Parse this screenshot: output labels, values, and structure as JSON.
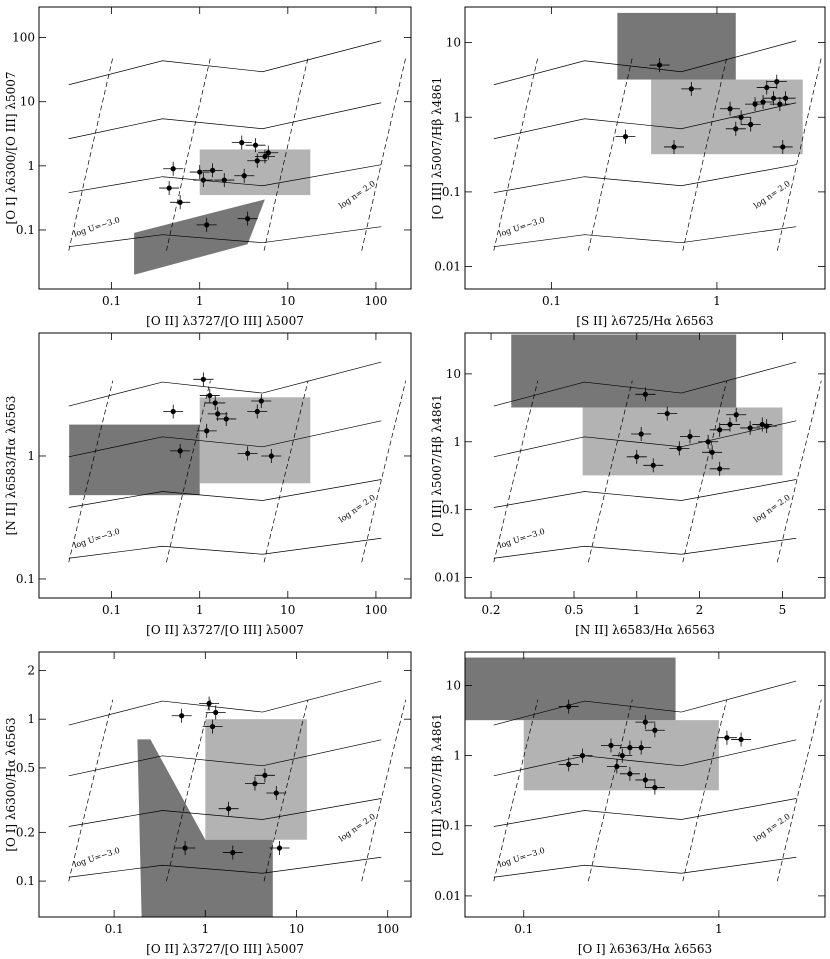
{
  "figure": {
    "panels": [
      {
        "id": "p1",
        "xlabel": "[O II] λ3727/[O III] λ5007",
        "ylabel": "[O I] λ6300/[O III] λ5007",
        "xticks": [
          "0.1",
          "1",
          "10",
          "100"
        ],
        "yticks": [
          "0.1",
          "1",
          "10",
          "100"
        ],
        "grid_u_label": "log U=−3.0",
        "grid_n_label": "log n= 2.0"
      },
      {
        "id": "p2",
        "xlabel": "[S II] λ6725/Hα λ6563",
        "ylabel": "[O III] λ5007/Hβ λ4861",
        "xticks": [
          "0.1",
          "1"
        ],
        "yticks": [
          "0.01",
          "0.1",
          "1",
          "10"
        ],
        "grid_u_label": "log U=−3.0",
        "grid_n_label": "log n= 2.0"
      },
      {
        "id": "p3",
        "xlabel": "[O II] λ3727/[O III] λ5007",
        "ylabel": "[N II] λ6583/Hα λ6563",
        "xticks": [
          "0.1",
          "1",
          "10",
          "100"
        ],
        "yticks": [
          "0.1",
          "1"
        ],
        "grid_u_label": "log U=−3.0",
        "grid_n_label": "log n= 2.0"
      },
      {
        "id": "p4",
        "xlabel": "[N II] λ6583/Hα λ6563",
        "ylabel": "[O III] λ5007/Hβ λ4861",
        "xticks": [
          "0.2",
          "0.5",
          "1",
          "2",
          "5"
        ],
        "yticks": [
          "0.01",
          "0.1",
          "1",
          "10"
        ],
        "grid_u_label": "log U=−3.0",
        "grid_n_label": "log n= 2.0"
      },
      {
        "id": "p5",
        "xlabel": "[O II] λ3727/[O III] λ5007",
        "ylabel": "[O I] λ6300/Hα λ6563",
        "xticks": [
          "0.1",
          "1",
          "10",
          "100"
        ],
        "yticks": [
          "0.1",
          "0.2",
          "0.5",
          "1",
          "2"
        ],
        "grid_u_label": "log U=−3.0",
        "grid_n_label": "log n= 2.0"
      },
      {
        "id": "p6",
        "xlabel": "[O I] λ6363/Hα λ6563",
        "ylabel": "[O III] λ5007/Hβ λ4861",
        "xticks": [
          "0.1",
          "1"
        ],
        "yticks": [
          "0.01",
          "0.1",
          "1",
          "10"
        ],
        "grid_u_label": "log U=−3.0",
        "grid_n_label": "log n= 2.0"
      }
    ]
  },
  "colors": {
    "dark_region": "#777777",
    "light_region": "#b3b3b3",
    "ink": "#000000"
  },
  "chart_data": [
    {
      "type": "scatter",
      "panel": "p1",
      "x_scale": "log",
      "y_scale": "log",
      "xlim": [
        0.015,
        250
      ],
      "ylim": [
        0.012,
        300
      ],
      "points": [
        [
          0.6,
          0.27
        ],
        [
          0.5,
          0.9
        ],
        [
          0.45,
          0.45
        ],
        [
          1.0,
          0.8
        ],
        [
          1.1,
          0.6
        ],
        [
          1.4,
          0.85
        ],
        [
          1.9,
          0.6
        ],
        [
          3.2,
          0.7
        ],
        [
          3.0,
          2.3
        ],
        [
          4.3,
          2.1
        ],
        [
          4.5,
          1.2
        ],
        [
          5.5,
          1.4
        ],
        [
          6.0,
          1.6
        ],
        [
          1.2,
          0.12
        ],
        [
          3.5,
          0.15
        ]
      ],
      "dark_region": [
        [
          0.18,
          0.02
        ],
        [
          3.5,
          0.06
        ],
        [
          5.5,
          0.3
        ],
        [
          0.18,
          0.09
        ]
      ],
      "light_region_x": [
        1.0,
        18
      ],
      "light_region_y": [
        0.35,
        1.8
      ]
    },
    {
      "type": "scatter",
      "panel": "p2",
      "x_scale": "log",
      "y_scale": "log",
      "xlim": [
        0.03,
        4.5
      ],
      "ylim": [
        0.005,
        30
      ],
      "points": [
        [
          0.45,
          5.0
        ],
        [
          0.7,
          2.4
        ],
        [
          0.28,
          0.55
        ],
        [
          0.55,
          0.4
        ],
        [
          1.2,
          1.3
        ],
        [
          1.4,
          1.0
        ],
        [
          1.3,
          0.7
        ],
        [
          1.6,
          0.8
        ],
        [
          1.7,
          1.5
        ],
        [
          1.9,
          1.6
        ],
        [
          2.0,
          2.5
        ],
        [
          2.2,
          1.8
        ],
        [
          2.3,
          3.0
        ],
        [
          2.6,
          1.8
        ],
        [
          2.4,
          1.5
        ],
        [
          2.5,
          0.4
        ]
      ],
      "dark_region_x": [
        0.25,
        1.3
      ],
      "dark_region_y": [
        3.2,
        25
      ],
      "light_region_x": [
        0.4,
        3.3
      ],
      "light_region_y": [
        0.32,
        3.2
      ]
    },
    {
      "type": "scatter",
      "panel": "p3",
      "x_scale": "log",
      "y_scale": "log",
      "xlim": [
        0.015,
        250
      ],
      "ylim": [
        0.07,
        10
      ],
      "points": [
        [
          0.6,
          1.1
        ],
        [
          0.5,
          2.3
        ],
        [
          1.1,
          4.2
        ],
        [
          1.3,
          3.1
        ],
        [
          1.5,
          2.7
        ],
        [
          1.6,
          2.2
        ],
        [
          2.0,
          2.0
        ],
        [
          3.5,
          1.05
        ],
        [
          4.5,
          2.3
        ],
        [
          5.0,
          2.8
        ],
        [
          6.5,
          1.0
        ],
        [
          1.2,
          1.6
        ]
      ],
      "dark_region_x": [
        0.033,
        1.0
      ],
      "dark_region_y": [
        0.48,
        1.8
      ],
      "light_region_x": [
        1.0,
        18
      ],
      "light_region_y": [
        0.6,
        3.0
      ]
    },
    {
      "type": "scatter",
      "panel": "p4",
      "x_scale": "log",
      "y_scale": "log",
      "xlim": [
        0.15,
        8
      ],
      "ylim": [
        0.005,
        40
      ],
      "points": [
        [
          1.1,
          5.0
        ],
        [
          1.4,
          2.6
        ],
        [
          1.05,
          1.3
        ],
        [
          1.0,
          0.6
        ],
        [
          1.2,
          0.45
        ],
        [
          1.6,
          0.8
        ],
        [
          1.8,
          1.2
        ],
        [
          2.2,
          1.0
        ],
        [
          2.5,
          1.5
        ],
        [
          2.8,
          1.8
        ],
        [
          3.0,
          2.5
        ],
        [
          3.5,
          1.6
        ],
        [
          4.0,
          1.8
        ],
        [
          4.2,
          1.7
        ],
        [
          2.3,
          0.7
        ],
        [
          2.5,
          0.4
        ]
      ],
      "dark_region_x": [
        0.25,
        3.0
      ],
      "dark_region_y": [
        3.2,
        38
      ],
      "light_region_x": [
        0.55,
        5.0
      ],
      "light_region_y": [
        0.32,
        3.2
      ]
    },
    {
      "type": "scatter",
      "panel": "p5",
      "x_scale": "log",
      "y_scale": "log",
      "xlim": [
        0.015,
        180
      ],
      "ylim": [
        0.06,
        2.6
      ],
      "points": [
        [
          0.55,
          1.05
        ],
        [
          1.1,
          1.25
        ],
        [
          1.3,
          1.1
        ],
        [
          1.2,
          0.9
        ],
        [
          1.8,
          0.28
        ],
        [
          3.5,
          0.4
        ],
        [
          4.5,
          0.45
        ],
        [
          6.0,
          0.35
        ],
        [
          6.5,
          0.16
        ],
        [
          0.6,
          0.16
        ],
        [
          2.0,
          0.15
        ]
      ],
      "dark_region": [
        [
          0.18,
          0.75
        ],
        [
          0.25,
          0.75
        ],
        [
          1.0,
          0.18
        ],
        [
          5.5,
          0.18
        ],
        [
          5.5,
          0.06
        ],
        [
          0.2,
          0.06
        ]
      ],
      "light_region_x": [
        1.0,
        13
      ],
      "light_region_y": [
        0.18,
        1.0
      ]
    },
    {
      "type": "scatter",
      "panel": "p6",
      "x_scale": "log",
      "y_scale": "log",
      "xlim": [
        0.05,
        3.5
      ],
      "ylim": [
        0.005,
        30
      ],
      "points": [
        [
          0.17,
          5.0
        ],
        [
          0.42,
          3.0
        ],
        [
          0.47,
          2.3
        ],
        [
          1.1,
          1.8
        ],
        [
          1.3,
          1.7
        ],
        [
          0.2,
          1.0
        ],
        [
          0.28,
          1.4
        ],
        [
          0.32,
          1.0
        ],
        [
          0.35,
          1.3
        ],
        [
          0.4,
          1.3
        ],
        [
          0.42,
          0.45
        ],
        [
          0.47,
          0.35
        ],
        [
          0.3,
          0.7
        ],
        [
          0.17,
          0.75
        ],
        [
          0.35,
          0.55
        ]
      ],
      "dark_region_x": [
        0.05,
        0.6
      ],
      "dark_region_y": [
        3.2,
        25
      ],
      "light_region_x": [
        0.1,
        1.0
      ],
      "light_region_y": [
        0.32,
        3.2
      ]
    }
  ]
}
